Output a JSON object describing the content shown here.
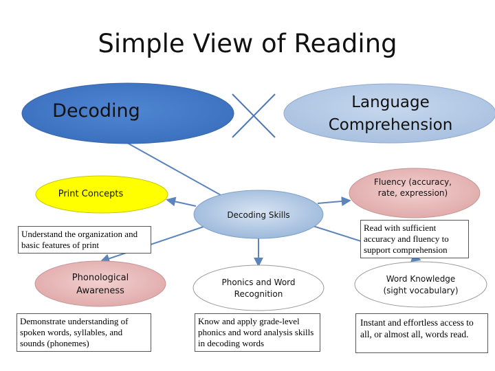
{
  "title": "Simple View of Reading",
  "nodes": {
    "decoding": "Decoding",
    "language_comprehension": "Language Comprehension",
    "print_concepts": "Print Concepts",
    "decoding_skills": "Decoding Skills",
    "fluency": "Fluency (accuracy, rate, expression)",
    "phonological_awareness": "Phonological Awareness",
    "phonics_word_recognition": "Phonics and Word Recognition",
    "word_knowledge": "Word Knowledge (sight vocabulary)"
  },
  "descriptions": {
    "print_concepts": "Understand the organization and basic features of print",
    "fluency": "Read with sufficient accuracy and fluency to support comprehension",
    "phonological_awareness": "Demonstrate understanding of spoken words, syllables, and sounds (phonemes)",
    "phonics_word_recognition": "Know and apply grade-level phonics and word analysis skills in decoding words",
    "word_knowledge": "Instant and effortless access to all, or almost all, words read."
  },
  "colors": {
    "blue_top": "#3f78c8",
    "blue_light": "#b8cde6",
    "yellow": "#ffff00",
    "pink": "#e8b8b8",
    "connector": "#5b84ba"
  }
}
